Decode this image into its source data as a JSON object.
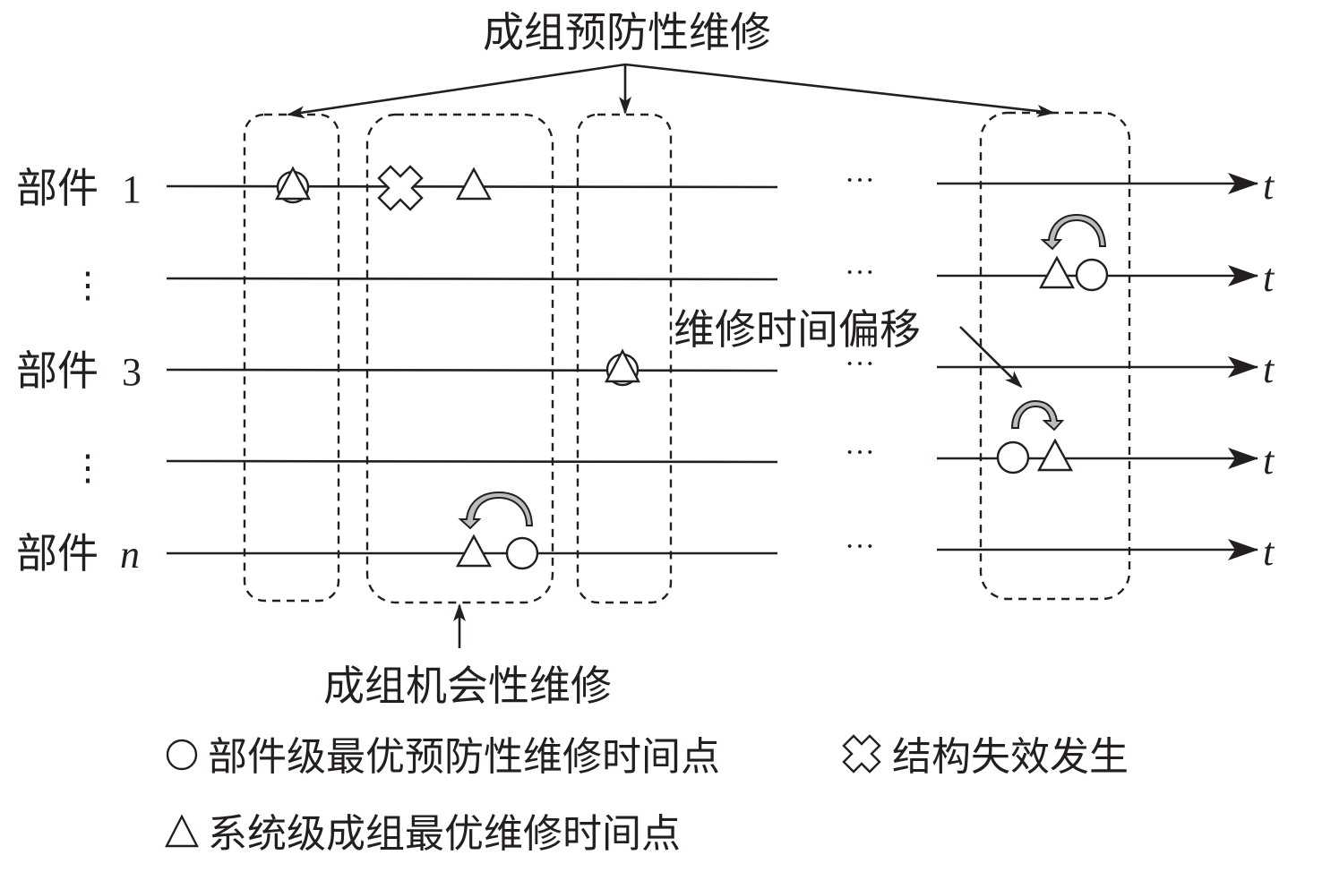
{
  "title": "成组预防性维修",
  "bottom_label": "成组机会性维修",
  "shift_label": "维修时间偏移",
  "time_axis_label": "t",
  "ellipsis": "···",
  "vertical_ellipsis": "⋮",
  "rows": [
    {
      "name": "部件",
      "index": "1",
      "index_italic": false
    },
    {
      "name": "",
      "index": "",
      "is_ellipsis": true
    },
    {
      "name": "部件",
      "index": "3",
      "index_italic": false
    },
    {
      "name": "",
      "index": "",
      "is_ellipsis": true
    },
    {
      "name": "部件",
      "index": "n",
      "index_italic": true
    }
  ],
  "legend": {
    "circle": "部件级最优预防性维修时间点",
    "cross": "结构失效发生",
    "triangle": "系统级成组最优维修时间点"
  },
  "icons": {
    "circle": "circle-icon",
    "triangle": "triangle-icon",
    "cross": "cross-icon",
    "curved_arrow": "curved-arrow-icon"
  },
  "colors": {
    "ink": "#231f20",
    "arrow_fill": "#bcbcbc",
    "background": "#ffffff"
  }
}
